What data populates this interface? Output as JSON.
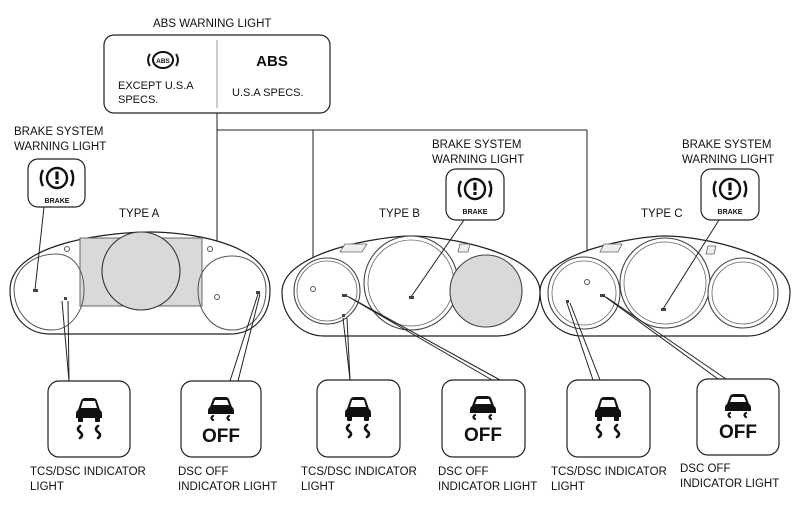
{
  "abs_callout": {
    "title": "ABS WARNING LIGHT",
    "except_usa": {
      "icon_text": "ABS",
      "line1": "EXCEPT U.S.A",
      "line2": "SPECS."
    },
    "usa": {
      "icon_text": "ABS",
      "line1": "U.S.A SPECS."
    }
  },
  "brake_warning": {
    "label_line1": "BRAKE SYSTEM",
    "label_line2": "WARNING LIGHT",
    "icon_text": "BRAKE"
  },
  "types": [
    "TYPE A",
    "TYPE B",
    "TYPE C"
  ],
  "tcs_dsc": {
    "label_line1": "TCS/DSC INDICATOR",
    "label_line2": "LIGHT"
  },
  "dsc_off": {
    "label_line1": "DSC OFF",
    "label_line2": "INDICATOR LIGHT",
    "icon_text": "OFF"
  },
  "icons": {
    "abs_circle": "abs-circle-icon",
    "brake": "brake-exclamation-icon",
    "tcs": "skidding-car-icon",
    "dsc_off": "skidding-car-off-icon"
  }
}
